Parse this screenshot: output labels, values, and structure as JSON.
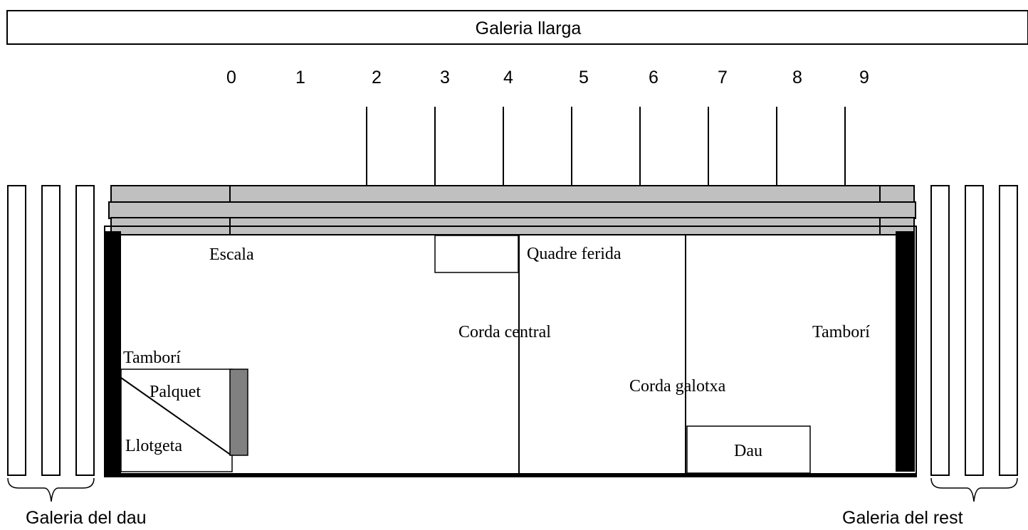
{
  "title": "Galeria llarga",
  "numbers": [
    "0",
    "1",
    "2",
    "3",
    "4",
    "5",
    "6",
    "7",
    "8",
    "9"
  ],
  "labels": {
    "escala": "Escala",
    "quadre_ferida": "Quadre ferida",
    "corda_central": "Corda central",
    "tambori_left": "Tamborí",
    "tambori_right": "Tamborí",
    "palquet": "Palquet",
    "llotgeta": "Llotgeta",
    "corda_galotxa": "Corda galotxa",
    "dau": "Dau",
    "galeria_dau": "Galeria del dau",
    "galeria_rest": "Galeria del rest"
  },
  "colors": {
    "roof": "#c0c0c0",
    "wall": "#000000",
    "palquet_bar": "#808080"
  }
}
